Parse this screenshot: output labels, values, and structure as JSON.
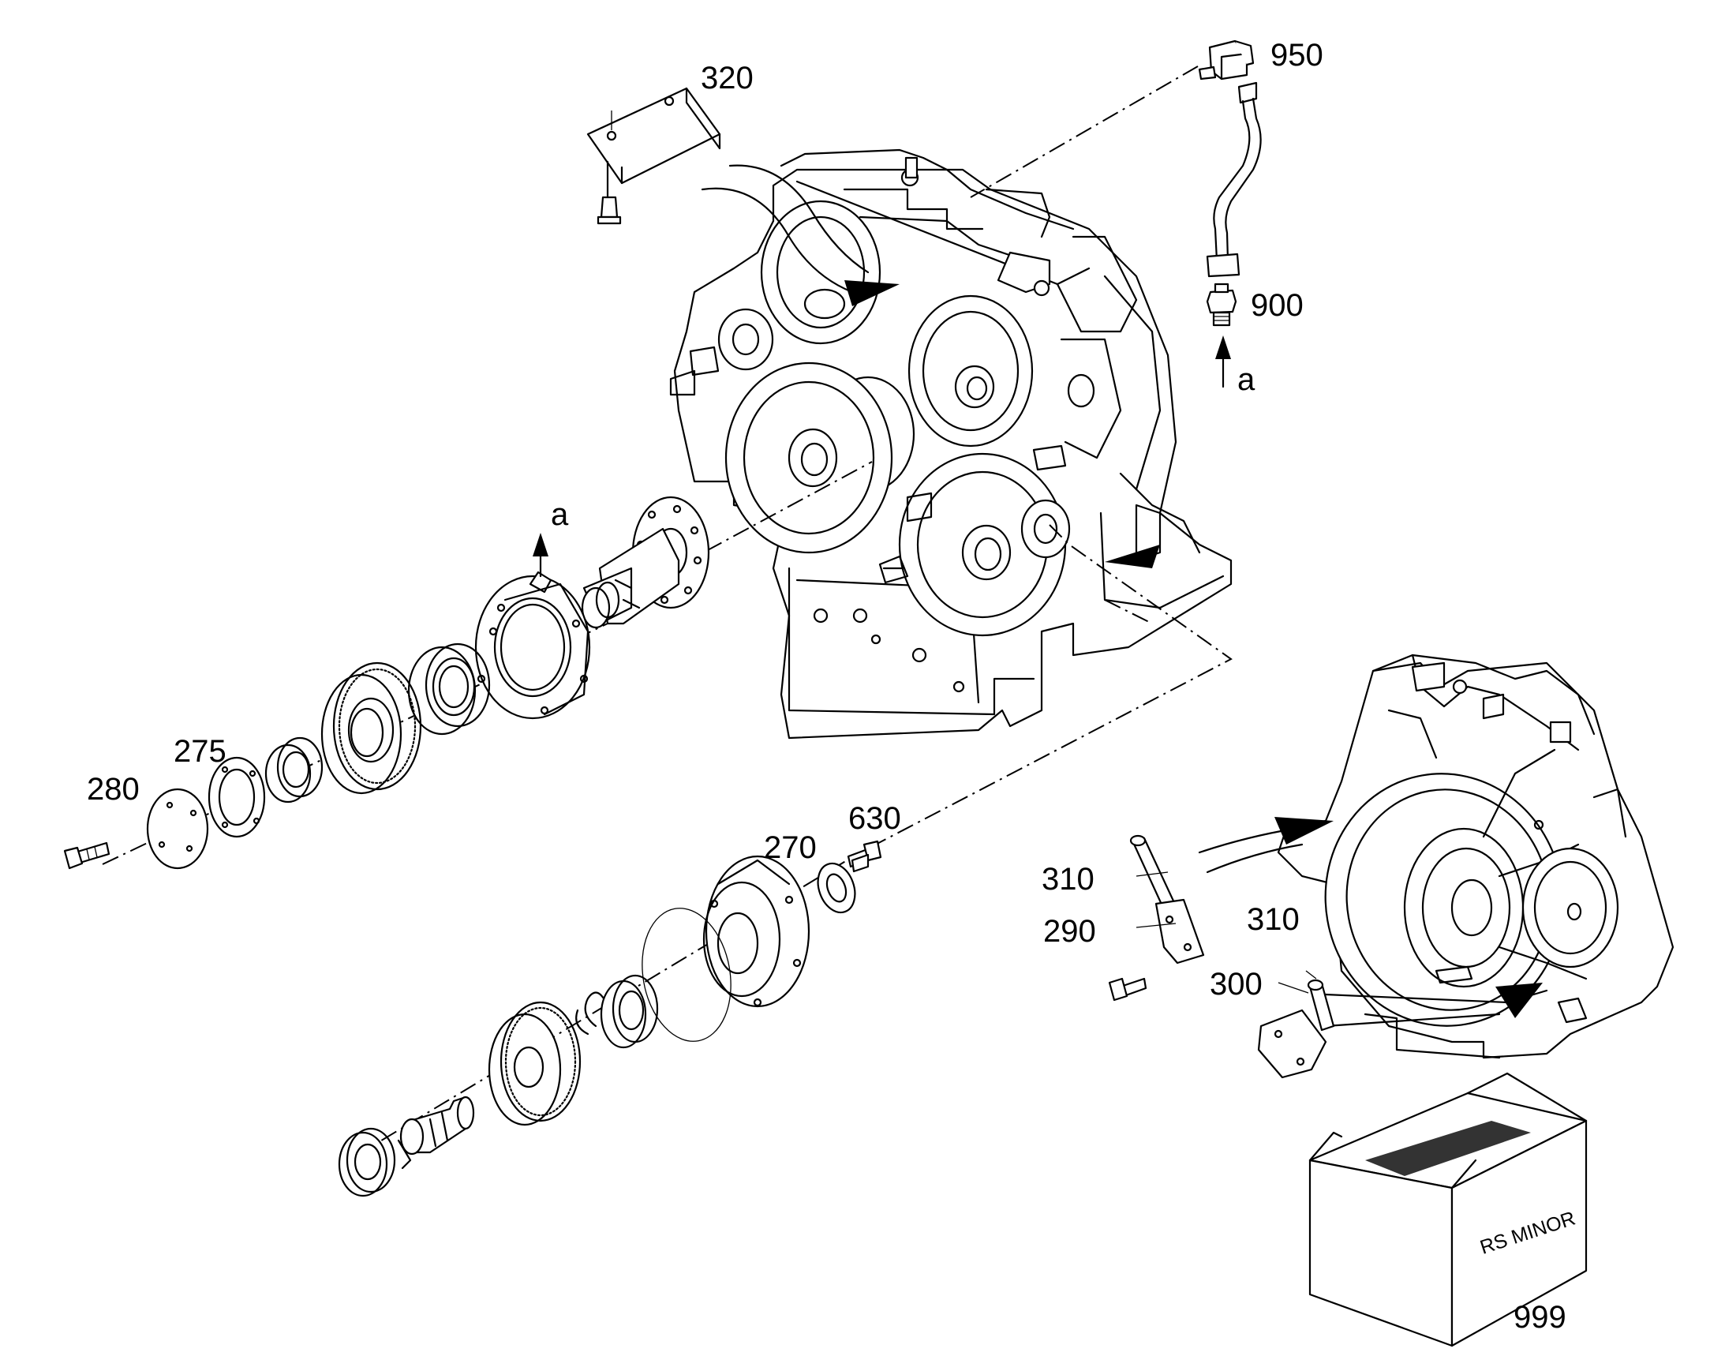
{
  "callouts": {
    "c320": "320",
    "c950": "950",
    "c900": "900",
    "c275": "275",
    "c280": "280",
    "c630": "630",
    "c270": "270",
    "c310_top": "310",
    "c290": "290",
    "c310_bottom": "310",
    "c300": "300",
    "c999": "999"
  },
  "markers": {
    "a_left": "a",
    "a_right": "a"
  },
  "box_label": "RS MINOR",
  "colors": {
    "line": "#000000",
    "background": "#ffffff",
    "box_band": "#333333"
  }
}
